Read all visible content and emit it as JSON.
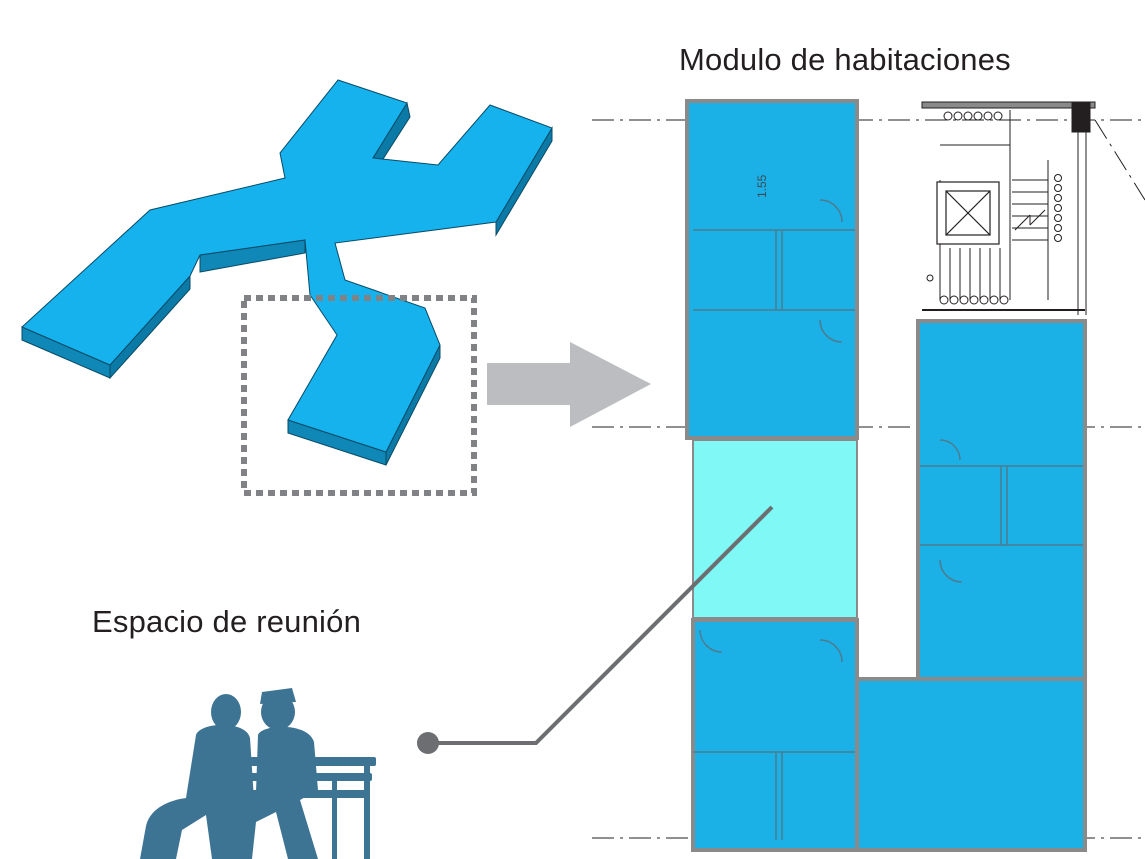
{
  "labels": {
    "module": "Modulo de habitaciones",
    "meeting": "Espacio de reunión"
  },
  "colors": {
    "room_blue": "#1bb1e7",
    "meeting_cyan": "#7ff8f6",
    "block_top": "#15b2ee",
    "block_side": "#0f88b8",
    "figures": "#3e7493",
    "arrow": "#bcbdc0",
    "leader": "#6d6e71",
    "wall": "#8a8a8a"
  },
  "icons": {
    "arrow": "right-arrow-icon",
    "people": "people-on-bench-icon",
    "elevator": "elevator-icon",
    "stairs": "stairs-icon"
  },
  "plan_dimension": "1.55"
}
